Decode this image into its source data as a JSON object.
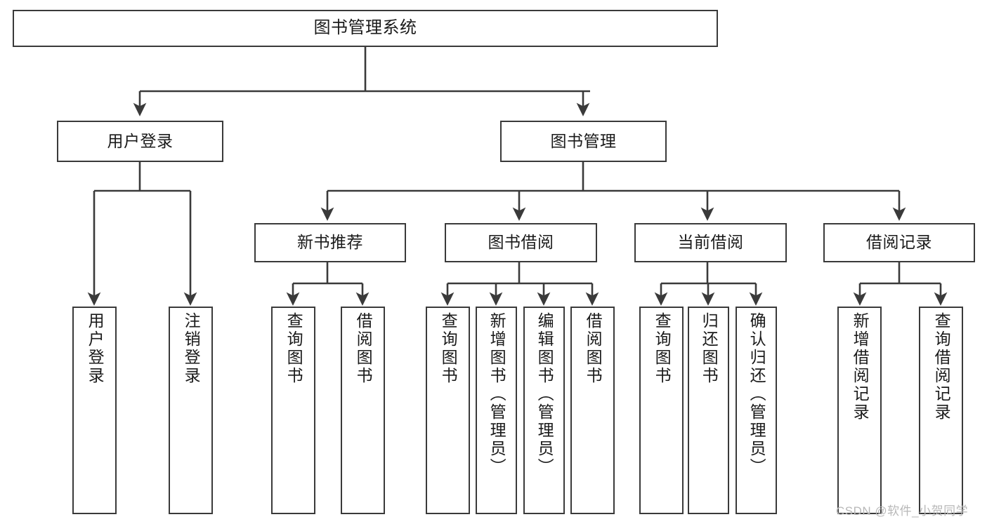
{
  "diagram": {
    "title": "图书管理系统",
    "watermark": "CSDN @软件_小贺同学",
    "line_color": "#3a3a3a",
    "background_color": "#ffffff",
    "text_color": "#1a1a1a",
    "root": {
      "label": "图书管理系统"
    },
    "level2": [
      {
        "label": "用户登录"
      },
      {
        "label": "图书管理"
      }
    ],
    "level3": [
      {
        "label": "新书推荐"
      },
      {
        "label": "图书借阅"
      },
      {
        "label": "当前借阅"
      },
      {
        "label": "借阅记录"
      }
    ],
    "leaves": {
      "user_login": [
        {
          "label": "用户登录"
        },
        {
          "label": "注销登录"
        }
      ],
      "new_book": [
        {
          "label": "查询图书"
        },
        {
          "label": "借阅图书"
        }
      ],
      "book_borrow": [
        {
          "label": "查询图书"
        },
        {
          "label": "新增图书（管理员）"
        },
        {
          "label": "编辑图书（管理员）"
        },
        {
          "label": "借阅图书"
        }
      ],
      "current_borrow": [
        {
          "label": "查询图书"
        },
        {
          "label": "归还图书"
        },
        {
          "label": "确认归还（管理员）"
        }
      ],
      "borrow_record": [
        {
          "label": "新增借阅记录"
        },
        {
          "label": "查询借阅记录"
        }
      ]
    }
  },
  "chart_data": {
    "type": "tree-diagram",
    "title": "图书管理系统",
    "nodes": [
      {
        "id": "root",
        "label": "图书管理系统",
        "level": 0
      },
      {
        "id": "user-login",
        "label": "用户登录",
        "level": 1,
        "parent": "root"
      },
      {
        "id": "book-manage",
        "label": "图书管理",
        "level": 1,
        "parent": "root"
      },
      {
        "id": "new-book-rec",
        "label": "新书推荐",
        "level": 2,
        "parent": "book-manage"
      },
      {
        "id": "book-borrow",
        "label": "图书借阅",
        "level": 2,
        "parent": "book-manage"
      },
      {
        "id": "current-borrow",
        "label": "当前借阅",
        "level": 2,
        "parent": "book-manage"
      },
      {
        "id": "borrow-record",
        "label": "借阅记录",
        "level": 2,
        "parent": "book-manage"
      },
      {
        "id": "ul-1",
        "label": "用户登录",
        "level": 2,
        "parent": "user-login"
      },
      {
        "id": "ul-2",
        "label": "注销登录",
        "level": 2,
        "parent": "user-login"
      },
      {
        "id": "nb-1",
        "label": "查询图书",
        "level": 3,
        "parent": "new-book-rec"
      },
      {
        "id": "nb-2",
        "label": "借阅图书",
        "level": 3,
        "parent": "new-book-rec"
      },
      {
        "id": "bb-1",
        "label": "查询图书",
        "level": 3,
        "parent": "book-borrow"
      },
      {
        "id": "bb-2",
        "label": "新增图书（管理员）",
        "level": 3,
        "parent": "book-borrow"
      },
      {
        "id": "bb-3",
        "label": "编辑图书（管理员）",
        "level": 3,
        "parent": "book-borrow"
      },
      {
        "id": "bb-4",
        "label": "借阅图书",
        "level": 3,
        "parent": "book-borrow"
      },
      {
        "id": "cb-1",
        "label": "查询图书",
        "level": 3,
        "parent": "current-borrow"
      },
      {
        "id": "cb-2",
        "label": "归还图书",
        "level": 3,
        "parent": "current-borrow"
      },
      {
        "id": "cb-3",
        "label": "确认归还（管理员）",
        "level": 3,
        "parent": "current-borrow"
      },
      {
        "id": "br-1",
        "label": "新增借阅记录",
        "level": 3,
        "parent": "borrow-record"
      },
      {
        "id": "br-2",
        "label": "查询借阅记录",
        "level": 3,
        "parent": "borrow-record"
      }
    ]
  }
}
